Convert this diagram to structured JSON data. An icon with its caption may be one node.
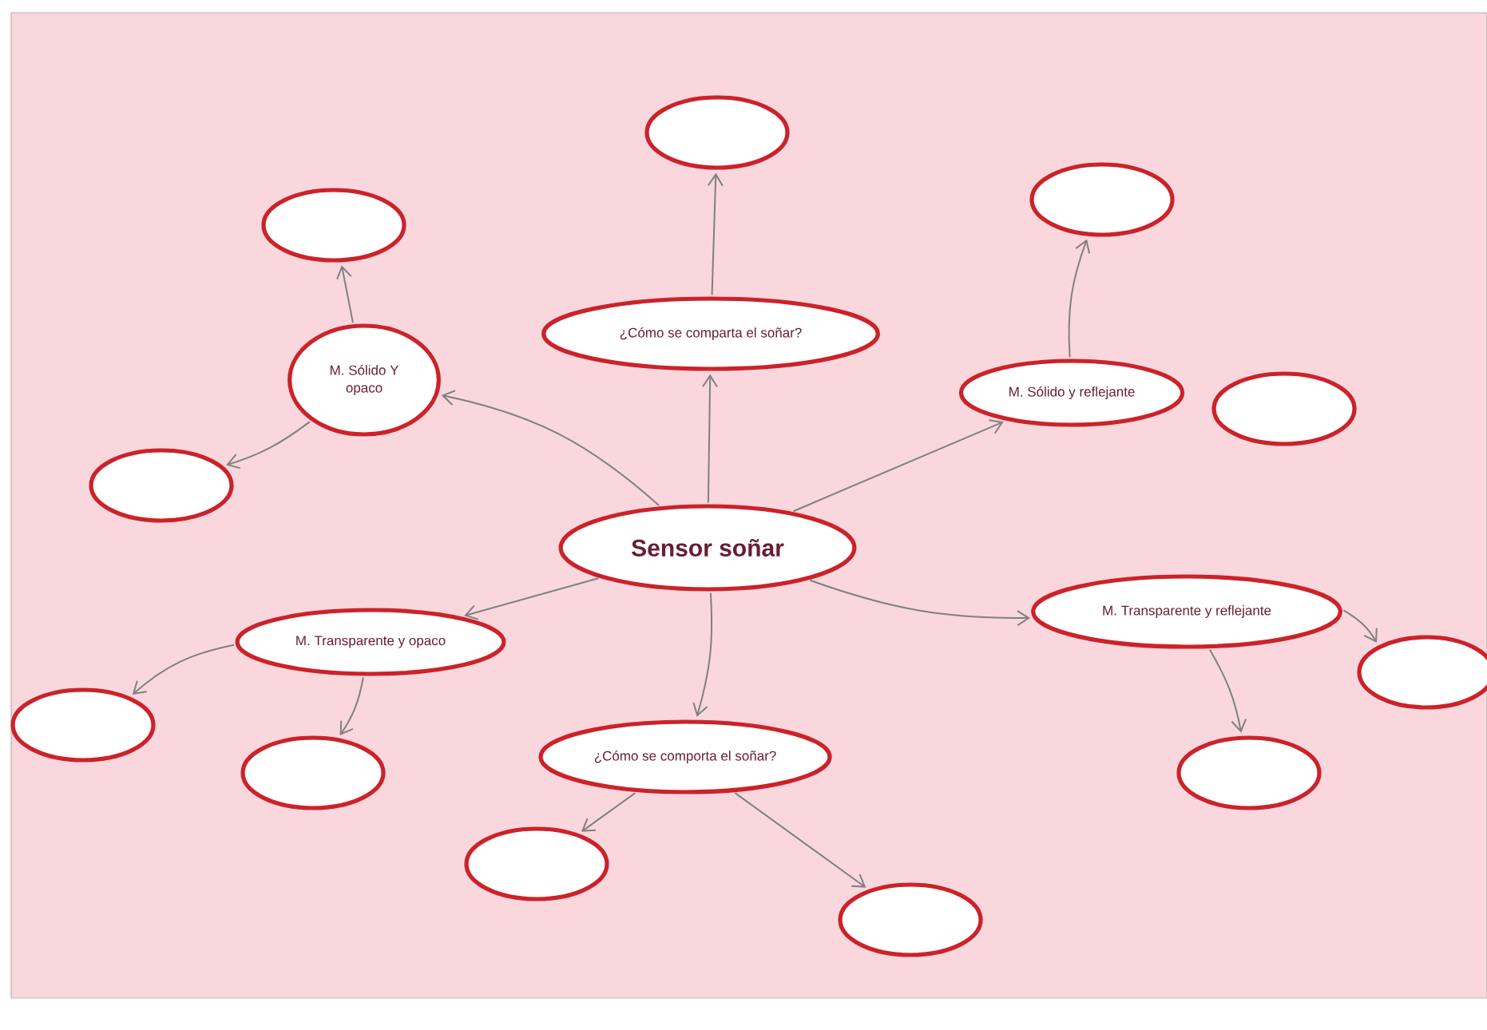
{
  "diagram": {
    "nodes": [
      {
        "text": [],
        "shape": "ellipse"
      },
      {
        "text": [],
        "shape": "ellipse"
      },
      {
        "text": [],
        "shape": "ellipse"
      },
      {
        "text": [
          "¿Cómo se comparta el soñar?"
        ]
      },
      {
        "text": [
          "M. Sólido Y opaco"
        ]
      },
      {
        "text": [
          "M. Sólido y reflejante"
        ]
      },
      {
        "text": [],
        "shape": "ellipse"
      },
      {
        "text": [],
        "shape": "ellipse"
      },
      {
        "text": [
          "Sensor soñar"
        ]
      },
      {
        "text": [
          "M. Transparente y reflejante"
        ]
      },
      {
        "text": [
          "M. Transparente y opaco"
        ]
      },
      {
        "text": [],
        "shape": "ellipse"
      },
      {
        "text": [],
        "shape": "ellipse"
      },
      {
        "text": [],
        "shape": "ellipse"
      },
      {
        "text": [
          "¿Cómo se comporta el soñar?"
        ]
      },
      {
        "text": [],
        "shape": "ellipse"
      },
      {
        "text": [],
        "shape": "ellipse"
      },
      {
        "text": [],
        "shape": "ellipse"
      }
    ],
    "edges": [
      {
        "from": 8,
        "to": 3,
        "arrow": "to"
      },
      {
        "from": 3,
        "to": 0,
        "arrow": "to"
      },
      {
        "from": 8,
        "to": 4,
        "arrow": "to"
      },
      {
        "from": 4,
        "to": 1,
        "arrow": "to"
      },
      {
        "from": 4,
        "to": 7,
        "arrow": "to"
      },
      {
        "from": 8,
        "to": 5,
        "arrow": "to"
      },
      {
        "from": 5,
        "to": 2,
        "arrow": "to"
      },
      {
        "from": 8,
        "to": 10,
        "arrow": "to"
      },
      {
        "from": 10,
        "to": 12,
        "arrow": "to"
      },
      {
        "from": 10,
        "to": 13,
        "arrow": "to"
      },
      {
        "from": 8,
        "to": 14,
        "arrow": "to"
      },
      {
        "from": 14,
        "to": 16,
        "arrow": "to"
      },
      {
        "from": 14,
        "to": 17,
        "arrow": "to"
      },
      {
        "from": 8,
        "to": 9,
        "arrow": "to"
      },
      {
        "from": 9,
        "to": 11,
        "arrow": "to"
      },
      {
        "from": 9,
        "to": 15,
        "arrow": "to"
      }
    ]
  }
}
